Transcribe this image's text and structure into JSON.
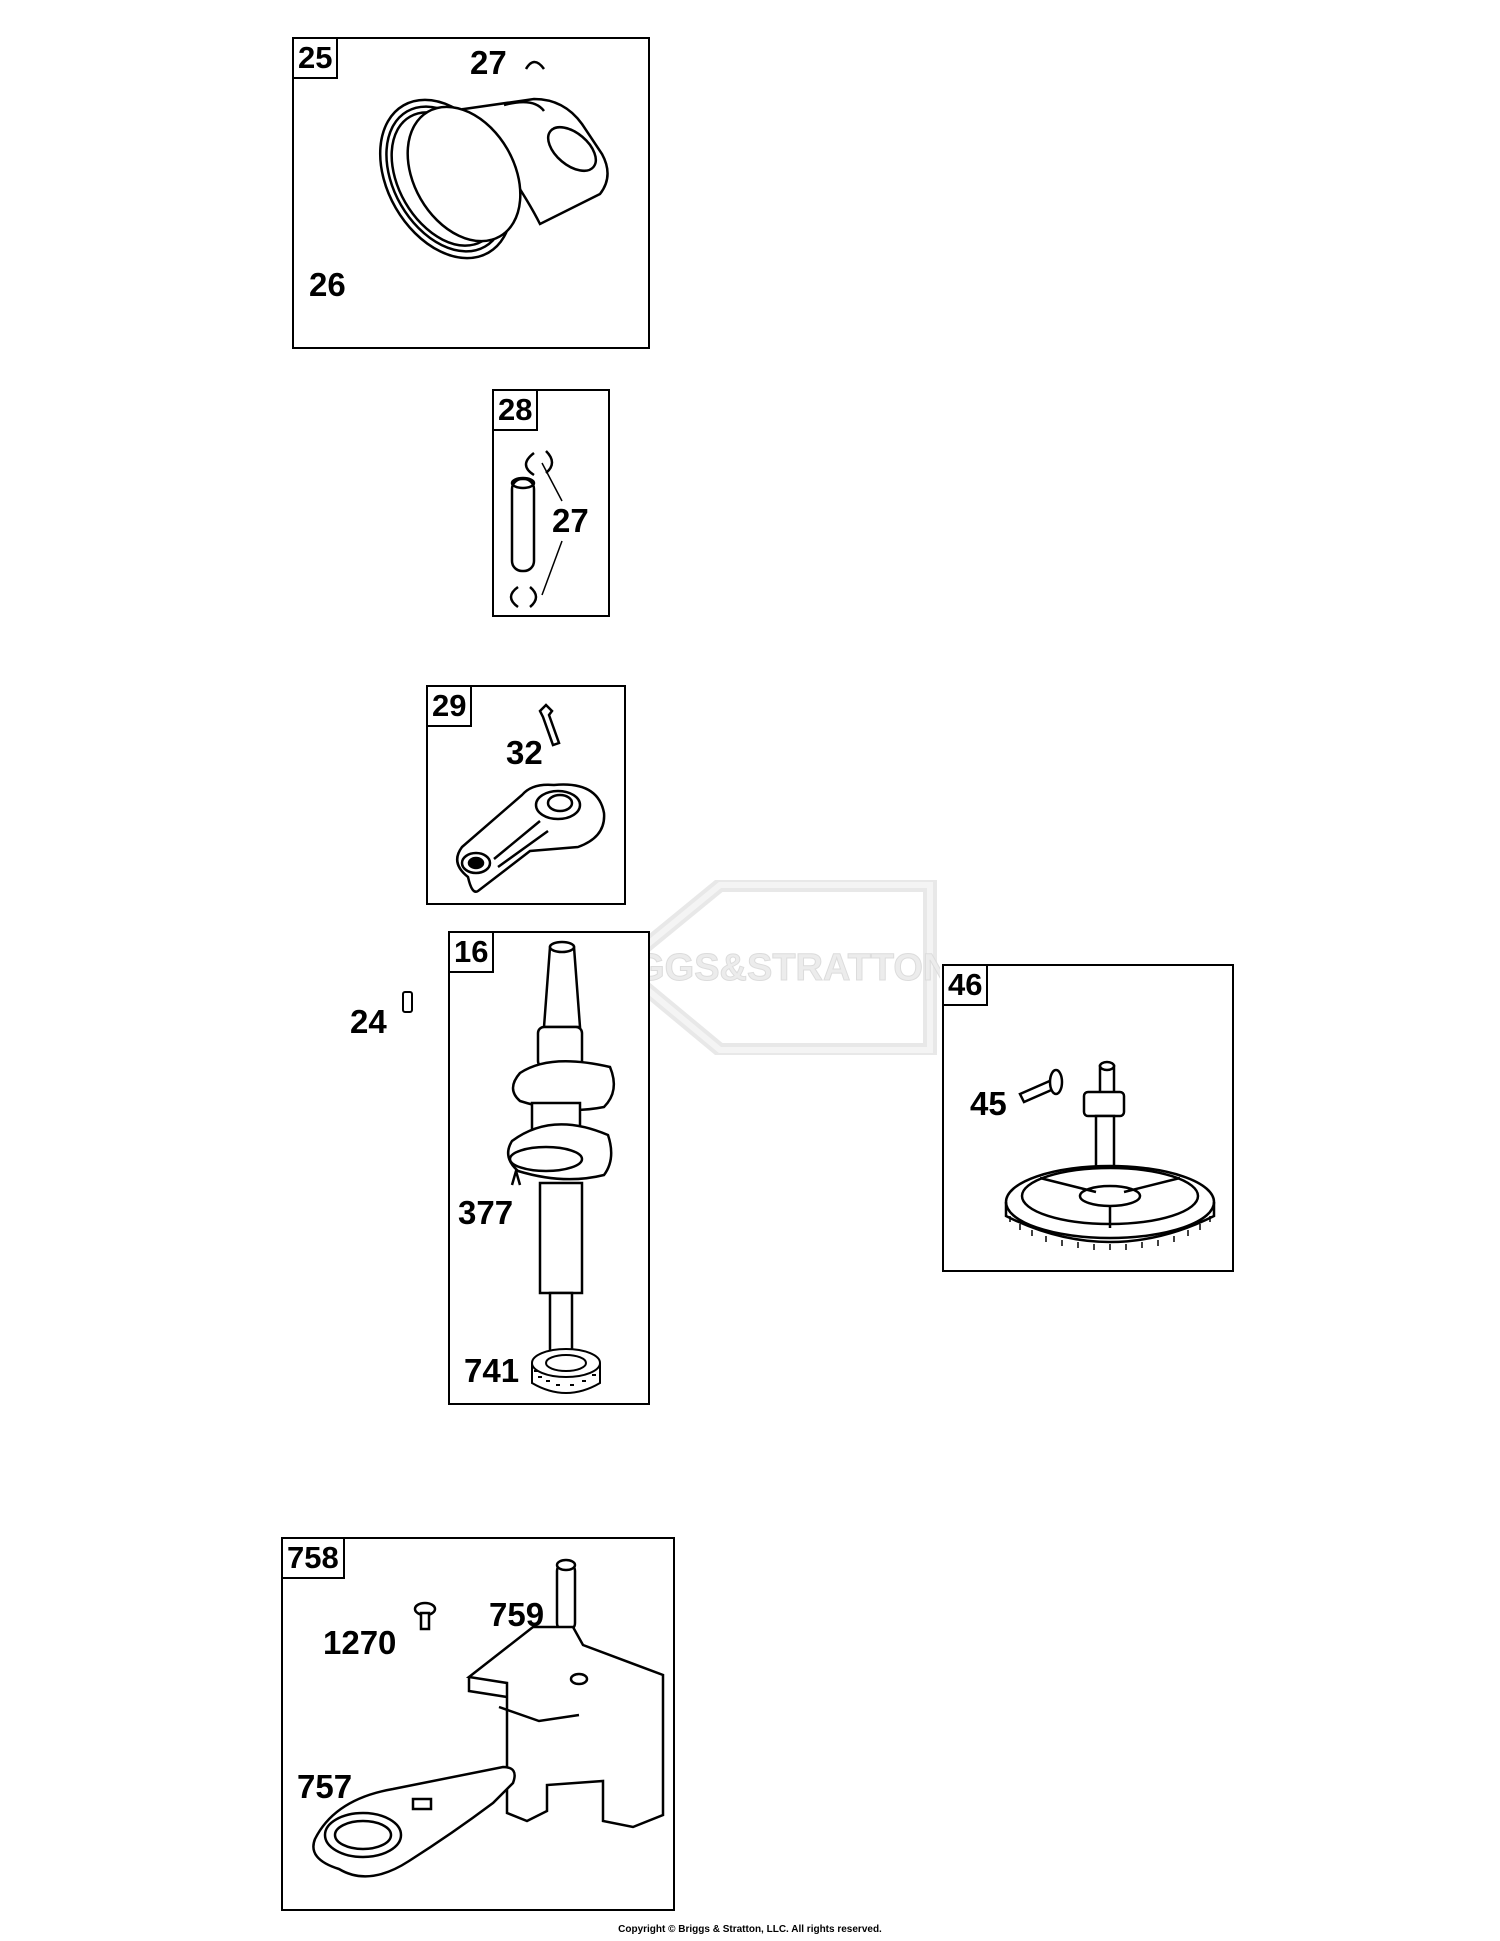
{
  "watermark": {
    "brand": "BRIGGS&STRATTON"
  },
  "panels": {
    "p25": {
      "tag": "25",
      "labels": [
        "27",
        "26"
      ]
    },
    "p28": {
      "tag": "28",
      "labels": [
        "27"
      ]
    },
    "p29": {
      "tag": "29",
      "labels": [
        "32"
      ]
    },
    "p16": {
      "tag": "16",
      "labels": [
        "377",
        "741"
      ]
    },
    "p46": {
      "tag": "46",
      "labels": [
        "45"
      ]
    },
    "p758": {
      "tag": "758",
      "labels": [
        "1270",
        "759",
        "757"
      ]
    }
  },
  "loose_labels": [
    "24"
  ],
  "footer": {
    "copyright": "Copyright © Briggs & Stratton, LLC. All rights reserved."
  }
}
